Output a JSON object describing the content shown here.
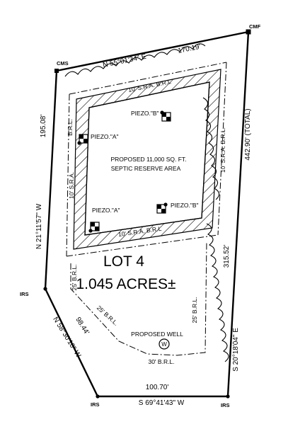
{
  "corners": {
    "cmf": "CMF",
    "cms": "CMS",
    "irs_west": "IRS",
    "irs_south": "IRS",
    "irs_east": "IRS"
  },
  "bearings": {
    "north": "N 55°01'34\" E",
    "north_dist": "170.19'",
    "west": "N 21°11'57\" W",
    "west_dist": "195.08'",
    "sw": "N 58°30'10\" W",
    "sw_dist": "98.44'",
    "south": "S 69°41'43\" W",
    "south_dist": "100.70'",
    "east": "S 20°18'04\" E",
    "east_dist_top": "442.90' (TOTAL)",
    "east_dist_bottom": "315.52'"
  },
  "setbacks": {
    "sra_top": "10' S.R.A. B.R.L",
    "sra_left": "10' S.R.A.",
    "brl_left": "B.R.L.",
    "sra_right": "10' S.R.A. B.R.L.",
    "sra_bottom": "10' S.R.A. B.R.L",
    "brl_25_left": "25' B.R.L.",
    "brl_25_diag": "25' B.R.L.",
    "brl_25_right": "25' B.R.L.",
    "brl_30": "30' B.R.L."
  },
  "labels": {
    "piezo_b_top": "PIEZO.\"B\"",
    "piezo_a_top": "PIEZO.\"A\"",
    "piezo_a_bottom": "PIEZO.\"A\"",
    "piezo_b_bottom": "PIEZO.\"B\"",
    "septic_line1": "PROPOSED 11,000 SQ. FT.",
    "septic_line2": "SEPTIC RESERVE AREA",
    "lot": "LOT 4",
    "acres": "1.045 ACRES±",
    "well": "PROPOSED WELL",
    "well_symbol": "W"
  }
}
